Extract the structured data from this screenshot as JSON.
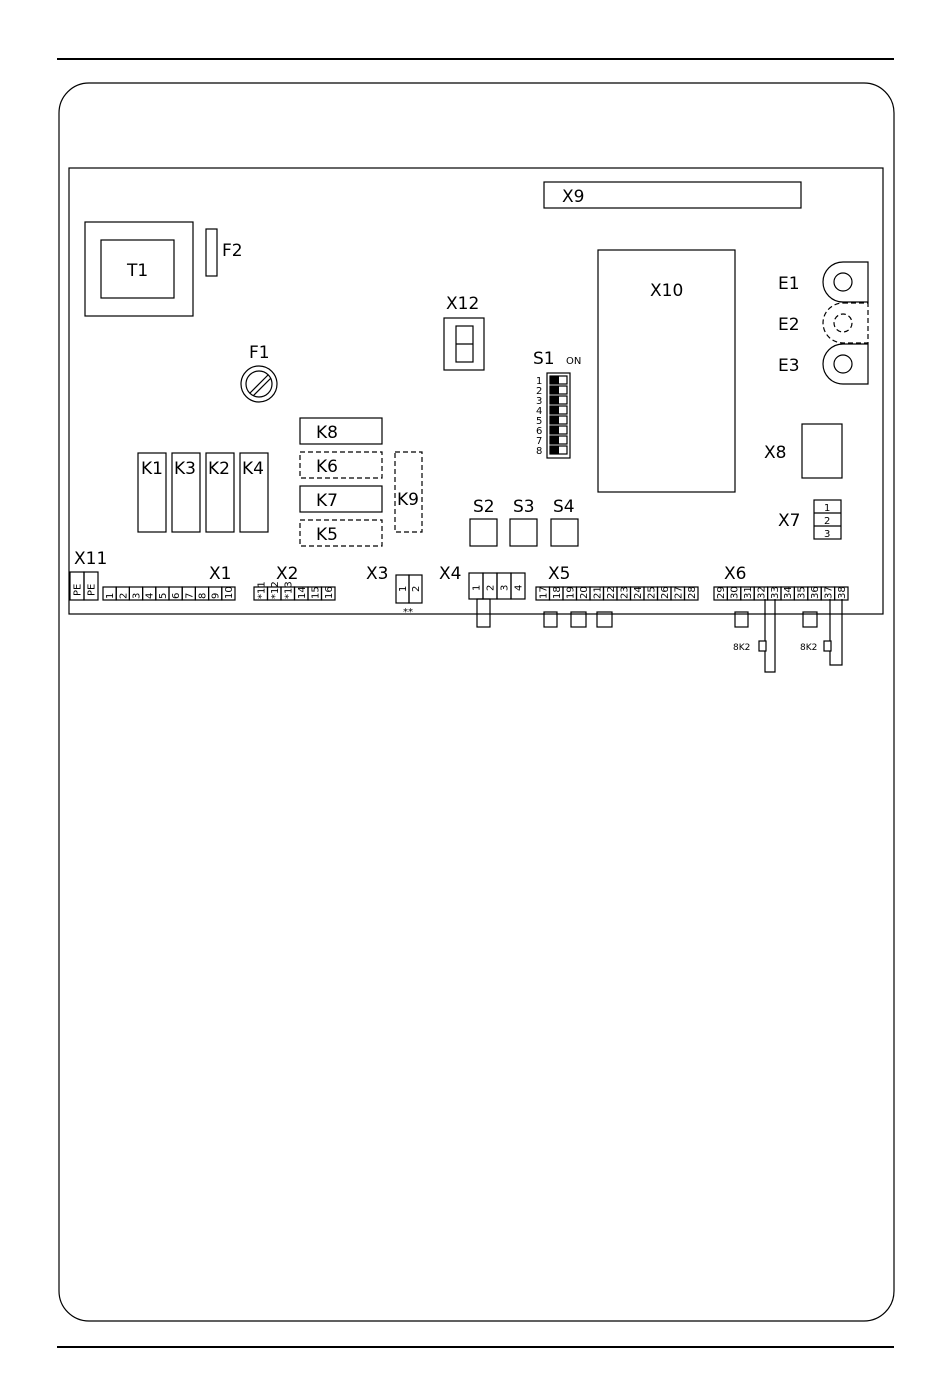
{
  "board": {
    "components": {
      "T1": "T1",
      "F1": "F1",
      "F2": "F2",
      "X12": "X12",
      "X9": "X9",
      "X10": "X10",
      "S1": "S1",
      "S1_on": "ON",
      "K1": "K1",
      "K3": "K3",
      "K2": "K2",
      "K4": "K4",
      "K8": "K8",
      "K6": "K6",
      "K7": "K7",
      "K5": "K5",
      "K9": "K9",
      "S2": "S2",
      "S3": "S3",
      "S4": "S4",
      "E1": "E1",
      "E2": "E2",
      "E3": "E3",
      "X8": "X8",
      "X7": "X7",
      "X11": "X11",
      "X1": "X1",
      "X2": "X2",
      "X3": "X3",
      "X4": "X4",
      "X5": "X5",
      "X6": "X6",
      "resistor_a": "8K2",
      "resistor_b": "8K2",
      "x3_note": "**"
    },
    "dip_numbers": [
      "1",
      "2",
      "3",
      "4",
      "5",
      "6",
      "7",
      "8"
    ],
    "x7_pins": [
      "1",
      "2",
      "3"
    ],
    "x11_terms": [
      "PE",
      "PE"
    ],
    "x1_terms": [
      "1",
      "2",
      "3",
      "4",
      "5",
      "6",
      "7",
      "8",
      "9",
      "10"
    ],
    "x2_terms": [
      "*11",
      "*12",
      "*13",
      "14",
      "15",
      "16"
    ],
    "x3_terms": [
      "1",
      "2"
    ],
    "x4_terms": [
      "1",
      "2",
      "3",
      "4"
    ],
    "x5_terms": [
      "17",
      "18",
      "19",
      "20",
      "21",
      "22",
      "23",
      "24",
      "25",
      "26",
      "27",
      "28"
    ],
    "x6_terms": [
      "29",
      "30",
      "31",
      "32",
      "33",
      "34",
      "35",
      "36",
      "37",
      "38"
    ]
  }
}
